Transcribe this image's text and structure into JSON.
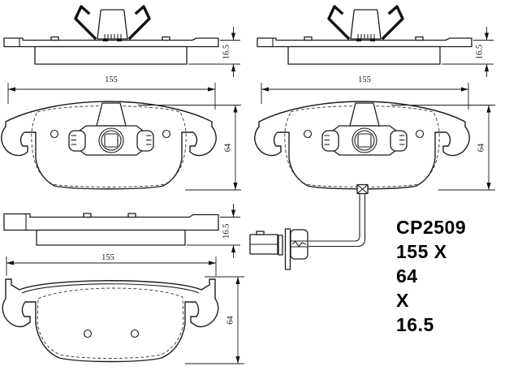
{
  "drawing": {
    "part_number": "CP2509",
    "spec_lines": [
      "CP2509",
      "155 X",
      "64",
      "X",
      "16.5"
    ],
    "dimensions": {
      "width": "155",
      "height": "64",
      "thickness": "16.5"
    },
    "colors": {
      "ink": "#1c1c1c",
      "background": "#ffffff"
    }
  }
}
